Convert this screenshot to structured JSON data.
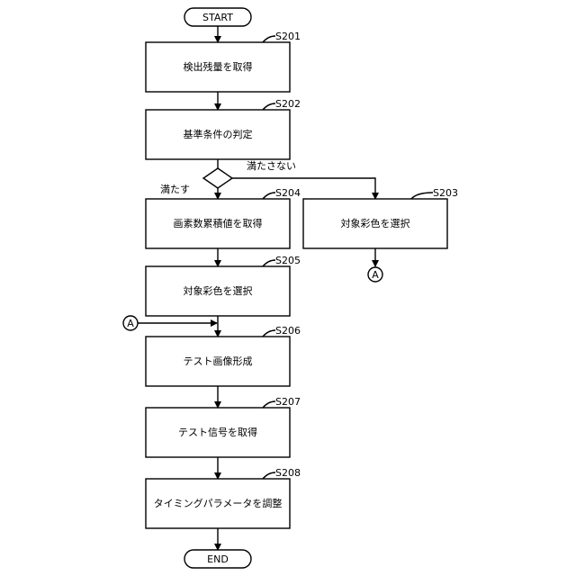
{
  "flowchart": {
    "start": "START",
    "end": "END",
    "steps": {
      "s201": {
        "id": "S201",
        "text": "検出残量を取得"
      },
      "s202": {
        "id": "S202",
        "text": "基準条件の判定"
      },
      "s204": {
        "id": "S204",
        "text": "画素数累積値を取得"
      },
      "s203": {
        "id": "S203",
        "text": "対象彩色を選択"
      },
      "s205": {
        "id": "S205",
        "text": "対象彩色を選択"
      },
      "s206": {
        "id": "S206",
        "text": "テスト画像形成"
      },
      "s207": {
        "id": "S207",
        "text": "テスト信号を取得"
      },
      "s208": {
        "id": "S208",
        "text": "タイミングパラメータを調整"
      }
    },
    "decision": {
      "yes_label": "満たす",
      "no_label": "満たさない"
    },
    "connector": {
      "label": "A"
    }
  }
}
